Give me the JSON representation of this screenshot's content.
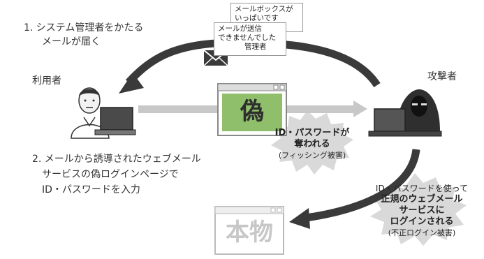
{
  "steps": {
    "step1_line1": "1. システム管理者をかたる",
    "step1_line2": "メールが届く",
    "step2_line1": "2. メールから誘導されたウェブメール",
    "step2_line2": "サービスの偽ログインページで",
    "step2_line3": "ID・パスワードを入力"
  },
  "roles": {
    "user": "利用者",
    "attacker": "攻撃者"
  },
  "mail_notes": {
    "back_line1": "メールボックスが",
    "back_line2": "いっぱいです",
    "front_line1": "メールが送信",
    "front_line2": "できませんでした",
    "front_line3": "管理者"
  },
  "pages": {
    "fake": "偽",
    "real": "本物"
  },
  "phishing_burst": {
    "line1": "ID・パスワードが",
    "line2": "奪われる",
    "line3": "(フィッシング被害)"
  },
  "login_burst": {
    "line1": "ID・パスワードを使って",
    "line2": "正規のウェブメール",
    "line3": "サービスに",
    "line4": "ログインされる",
    "line5": "(不正ログイン被害)"
  },
  "colors": {
    "arc_arrow": "#3a3a3a",
    "flow_arrow": "#c8c8c8",
    "fake_page_bg": "#8fbf6a",
    "fake_label": "#2e2e2e",
    "real_label": "#c7c7c7",
    "burst": "#d9d9d9"
  },
  "icons": {
    "mail": "envelope-icon",
    "user": "person-at-laptop-icon",
    "attacker": "hooded-attacker-icon"
  }
}
